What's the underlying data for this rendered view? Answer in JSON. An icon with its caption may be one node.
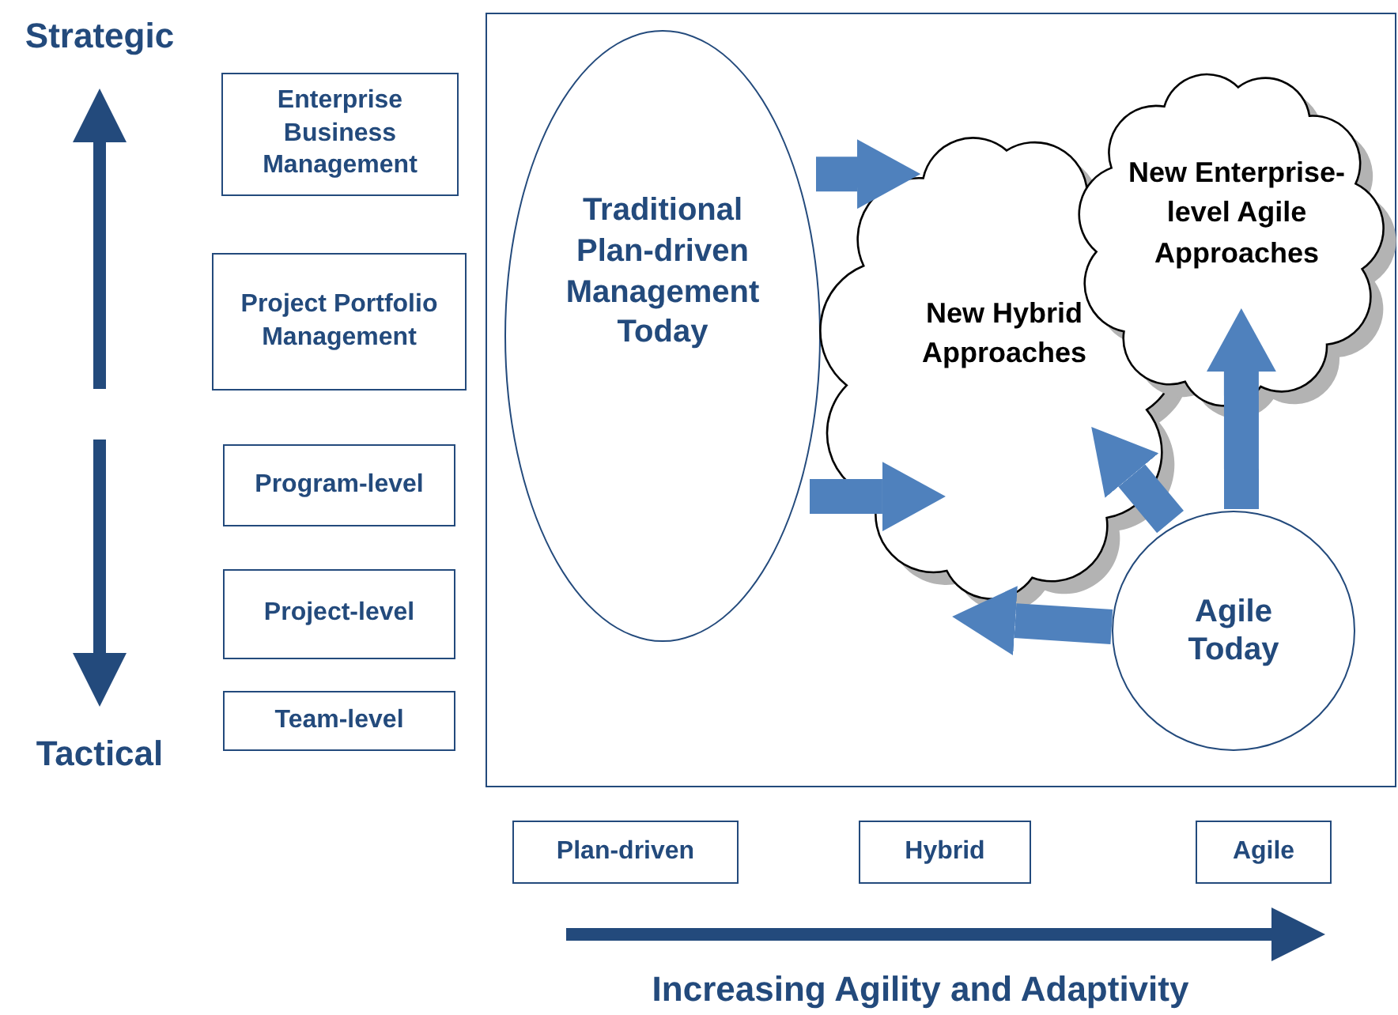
{
  "diagram": {
    "nodes": [
      {
        "text": [
          "Enterprise Business Management"
        ]
      },
      {
        "text": [
          "Project Portfolio Management"
        ]
      },
      {
        "text": [
          "Program-level"
        ]
      },
      {
        "text": [
          "Project-level"
        ]
      },
      {
        "text": [
          "Team-level"
        ]
      },
      {
        "text": [],
        "shape": "box"
      },
      {
        "text": [
          "Traditional Plan-driven Management Today"
        ],
        "in": 5
      },
      {
        "text": [
          "New Hybrid Approaches"
        ],
        "in": 5
      },
      {
        "text": [
          "New Enterprise-level Agile Approaches"
        ],
        "in": 5
      },
      {
        "text": [
          "Agile Today"
        ],
        "in": 5
      },
      {
        "text": [
          "Plan-driven"
        ]
      },
      {
        "text": [
          "Hybrid"
        ]
      },
      {
        "text": [
          "Agile"
        ]
      }
    ],
    "edges": [
      {
        "from": 6,
        "to": 7,
        "arrow": "to"
      },
      {
        "from": 6,
        "to": 7,
        "arrow": "to"
      },
      {
        "from": 9,
        "to": 7,
        "arrow": "to"
      },
      {
        "from": 9,
        "to": 8,
        "arrow": "to"
      },
      {
        "from": 9,
        "to": 7,
        "arrow": "to"
      }
    ],
    "labels": [
      "Strategic",
      "Tactical",
      "Increasing Agility and Adaptivity"
    ]
  }
}
